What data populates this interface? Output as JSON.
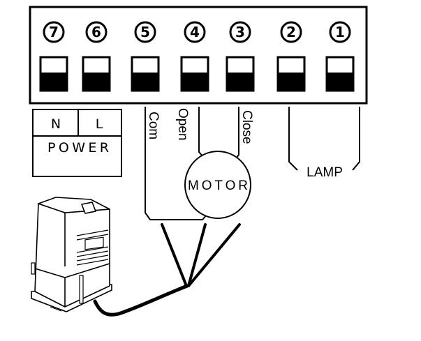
{
  "terminals": [
    {
      "number": "7",
      "glyph": "⑦"
    },
    {
      "number": "6",
      "glyph": "⑥"
    },
    {
      "number": "5",
      "glyph": "⑤"
    },
    {
      "number": "4",
      "glyph": "④"
    },
    {
      "number": "3",
      "glyph": "③"
    },
    {
      "number": "2",
      "glyph": "②"
    },
    {
      "number": "1",
      "glyph": "①"
    }
  ],
  "power": {
    "n_label": "N",
    "l_label": "L",
    "title": "POWER"
  },
  "motor": {
    "label": "MOTOR",
    "com_label": "Com",
    "open_label": "Open",
    "close_label": "Close"
  },
  "lamp": {
    "label": "LAMP"
  },
  "colors": {
    "line": "#000000",
    "background": "#ffffff"
  }
}
